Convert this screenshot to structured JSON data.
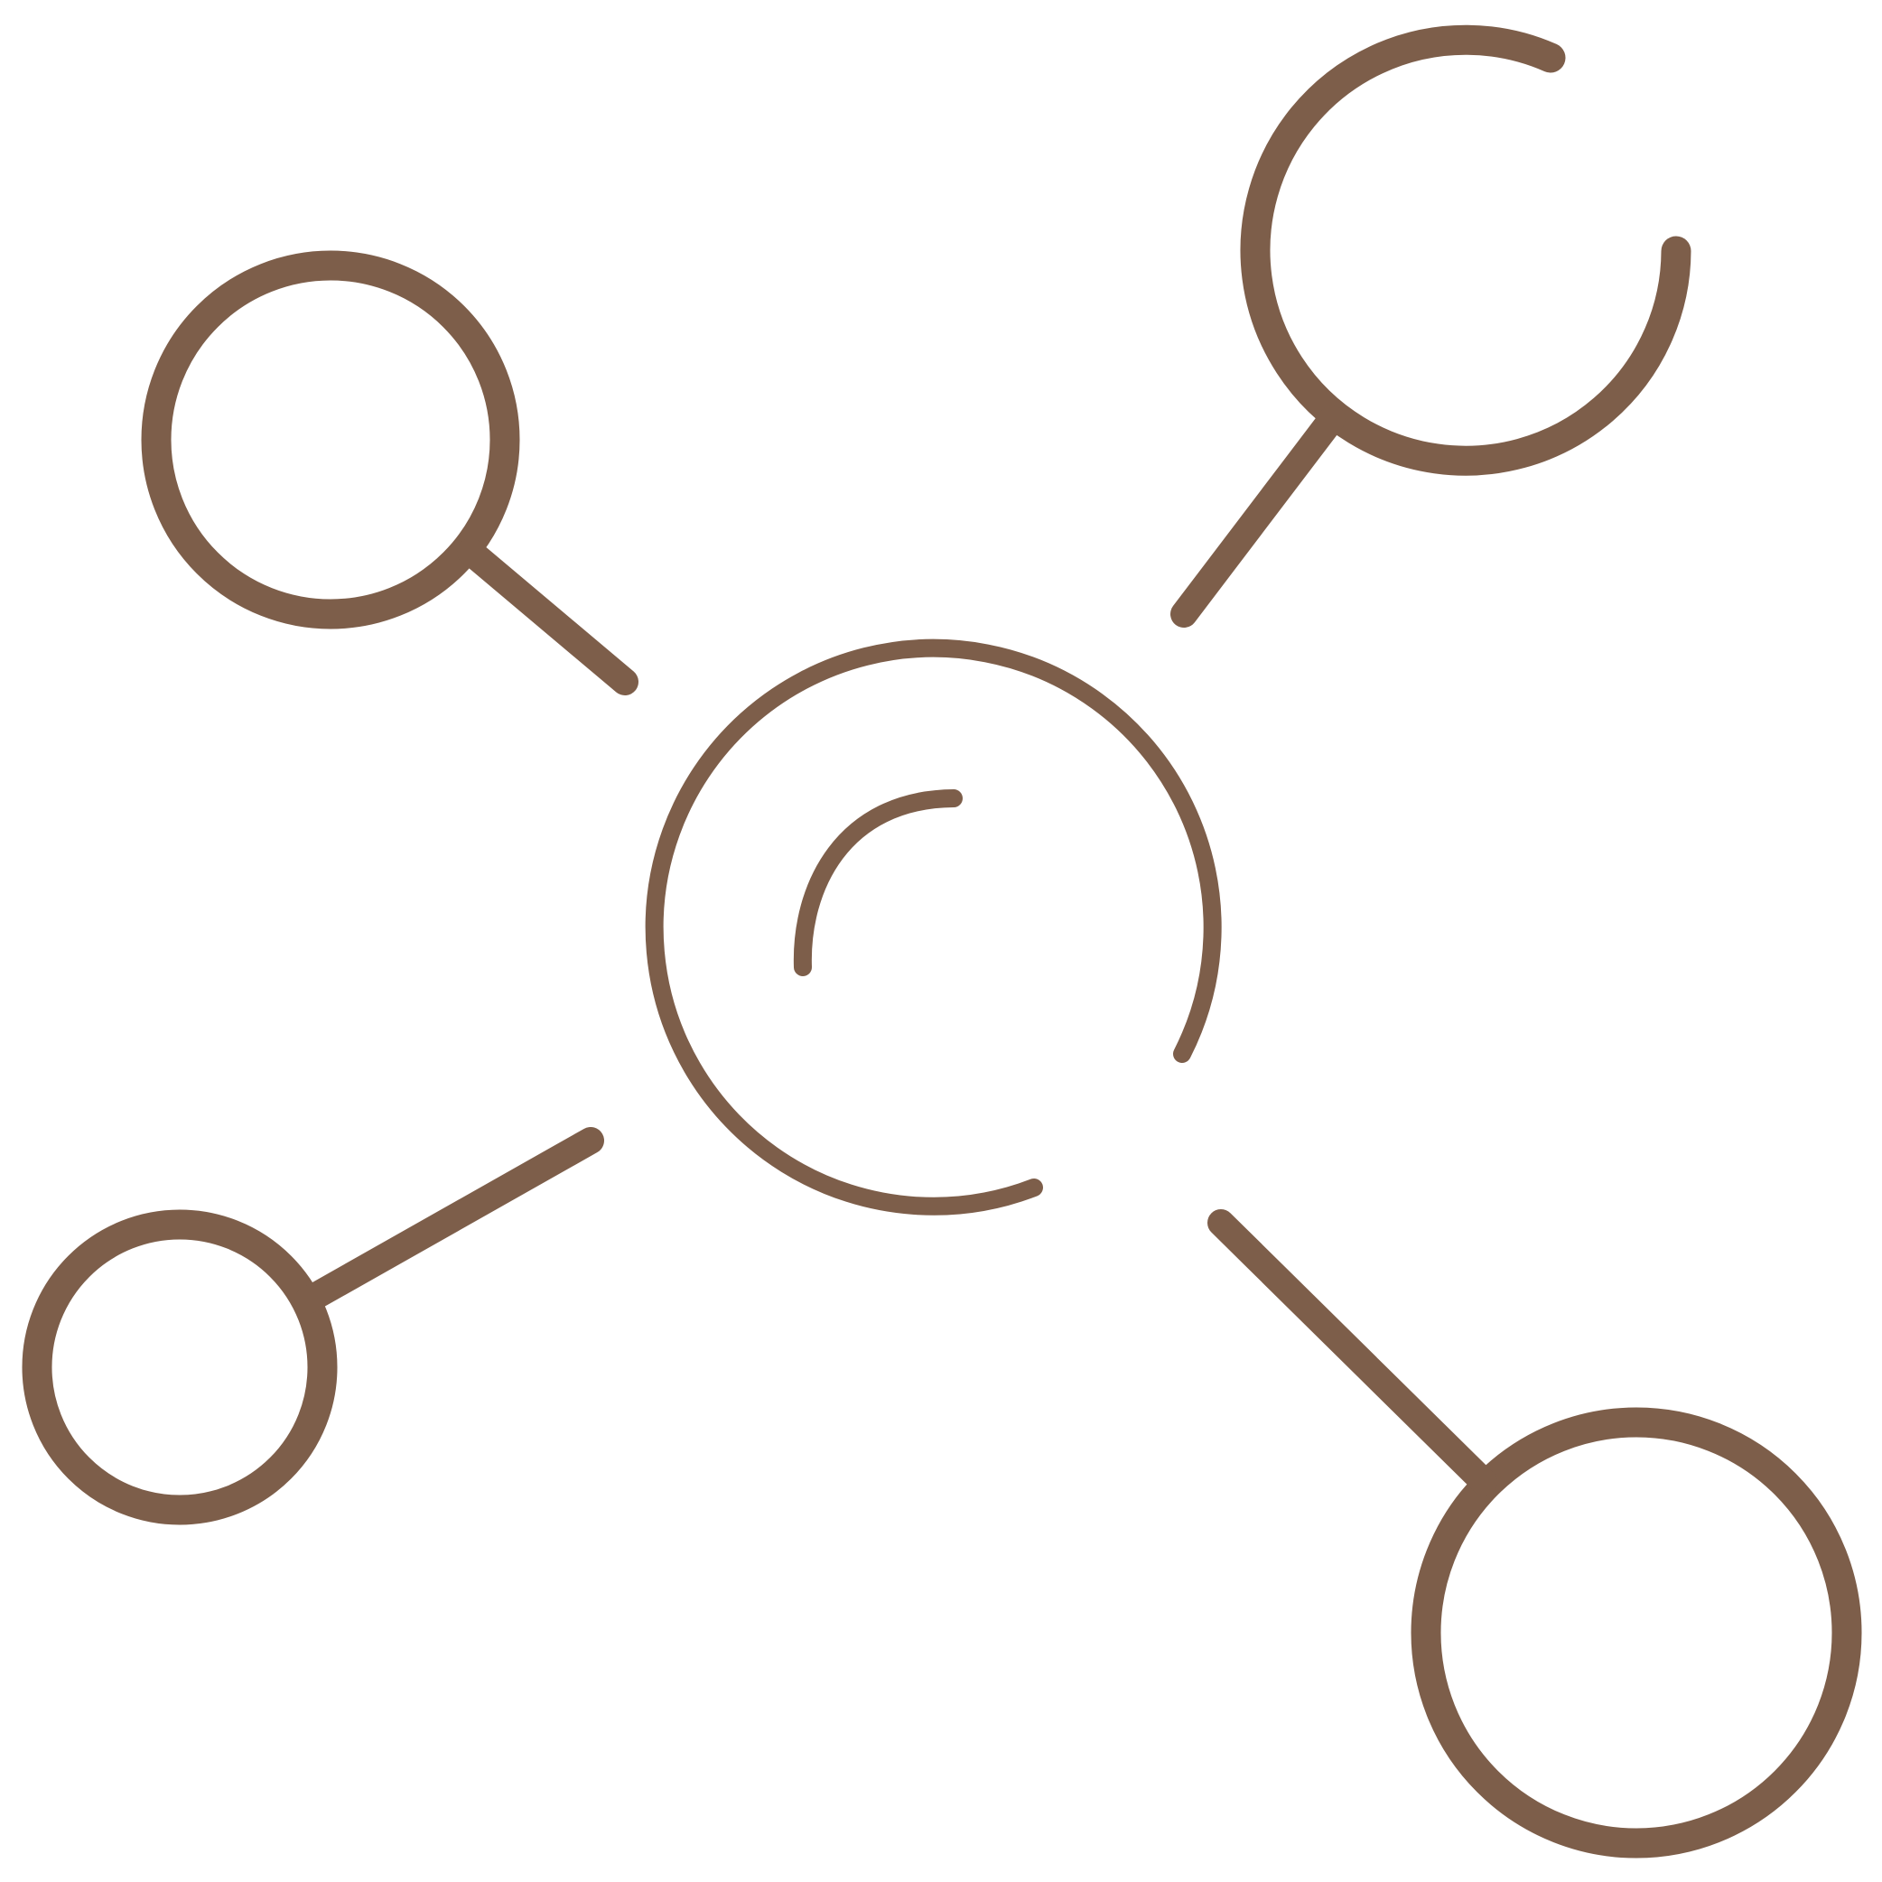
{
  "diagram": {
    "kind": "network-hub-icon",
    "colors": {
      "stroke": "#7d5e4a",
      "background": "#ffffff"
    },
    "hub": {
      "icon": "hub-circle-icon",
      "has_highlight_arc": true,
      "ring_is_open": true
    },
    "satellites": [
      {
        "id": "top-left",
        "icon": "node-circle-icon",
        "ring_is_open": false
      },
      {
        "id": "top-right",
        "icon": "node-circle-icon",
        "ring_is_open": true
      },
      {
        "id": "bottom-left",
        "icon": "node-circle-icon",
        "ring_is_open": false
      },
      {
        "id": "bottom-right",
        "icon": "node-circle-icon",
        "ring_is_open": false
      }
    ]
  }
}
